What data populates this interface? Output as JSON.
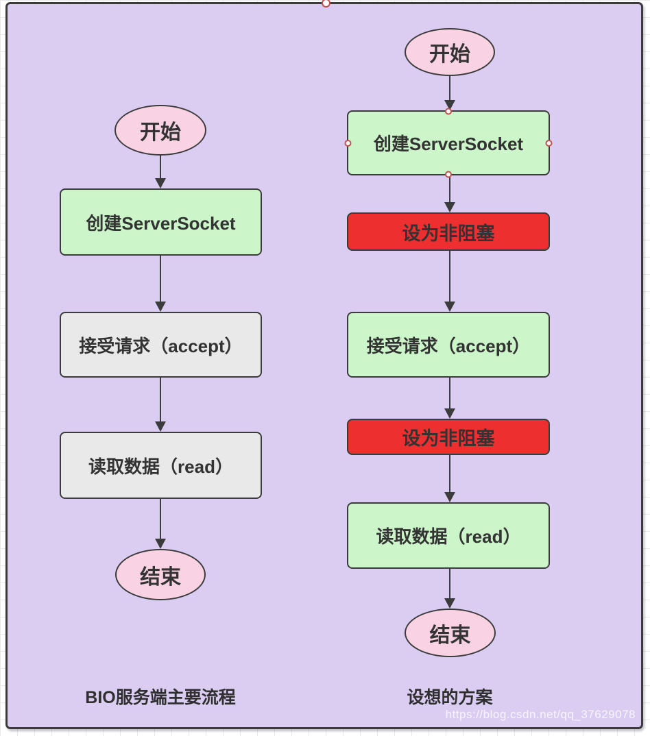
{
  "canvas": {
    "type": "flowchart-canvas"
  },
  "flows": [
    {
      "title": "BIO服务端主要流程",
      "nodes": [
        {
          "type": "start",
          "label": "开始",
          "variant": "pink"
        },
        {
          "type": "process",
          "label": "创建ServerSocket",
          "variant": "green"
        },
        {
          "type": "process",
          "label": "接受请求（accept）",
          "variant": "gray"
        },
        {
          "type": "process",
          "label": "读取数据（read）",
          "variant": "gray"
        },
        {
          "type": "end",
          "label": "结束",
          "variant": "pink"
        }
      ]
    },
    {
      "title": "设想的方案",
      "nodes": [
        {
          "type": "start",
          "label": "开始",
          "variant": "pink",
          "selected": false
        },
        {
          "type": "process",
          "label": "创建ServerSocket",
          "variant": "green",
          "selected": true
        },
        {
          "type": "process",
          "label": "设为非阻塞",
          "variant": "red"
        },
        {
          "type": "process",
          "label": "接受请求（accept）",
          "variant": "green"
        },
        {
          "type": "process",
          "label": "设为非阻塞",
          "variant": "red"
        },
        {
          "type": "process",
          "label": "读取数据（read）",
          "variant": "green"
        },
        {
          "type": "end",
          "label": "结束",
          "variant": "pink"
        }
      ]
    }
  ],
  "watermark": "https://blog.csdn.net/qq_37629078",
  "colors": {
    "canvas_bg": "#dbcdf2",
    "green": "#ccf6ca",
    "gray": "#e9e9e9",
    "red": "#ee2f2f",
    "pink": "#f9d3e3",
    "stroke": "#3b3b3b",
    "text": "#333333",
    "handle_ring": "#c0504d",
    "grid_line": "#e9e9ec"
  }
}
